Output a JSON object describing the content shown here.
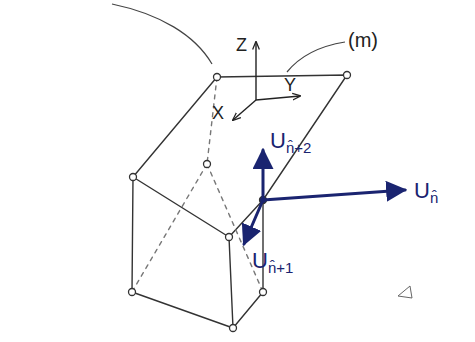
{
  "diagram": {
    "labels": [
      "Z",
      "Y",
      "X",
      "(m)",
      "U",
      "n̂+2",
      "U",
      "n̂",
      "U",
      "n̂+1"
    ]
  }
}
